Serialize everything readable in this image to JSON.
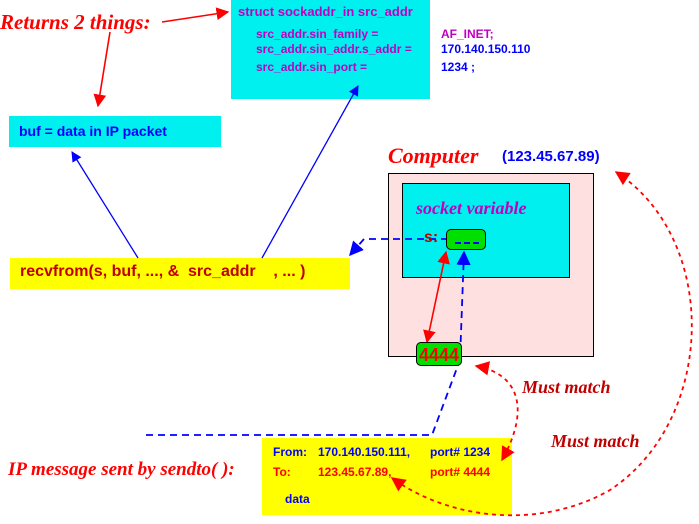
{
  "labels": {
    "returns": "Returns 2 things:",
    "computer": "Computer",
    "ip": "(123.45.67.89)",
    "socket_variable": "socket variable",
    "s_label": "s:",
    "port_box": "4444",
    "must_match_1": "Must match",
    "must_match_2": "Must match",
    "ip_message": "IP message sent by sendto( ):"
  },
  "struct_box": {
    "title": "struct sockaddr_in src_addr",
    "rows": [
      {
        "field": "src_addr.sin_family =",
        "value": "AF_INET;"
      },
      {
        "field": "src_addr.sin_addr.s_addr =",
        "value": "170.140.150.110"
      },
      {
        "field": "src_addr.sin_port =",
        "value": "1234 ;"
      }
    ]
  },
  "buf_box": {
    "text": "buf = data in IP packet"
  },
  "recv_box": {
    "call": "recvfrom(s, buf, ..., &  src_addr    , ... )"
  },
  "message_box": {
    "from_label": "From:",
    "from_ip": "170.140.150.111,",
    "from_port": "port# 1234",
    "to_label": "To:",
    "to_ip": "123.45.67.89,",
    "to_port": "port# 4444",
    "data": "data"
  },
  "colors": {
    "cyan": "#00f0f0",
    "yellow": "#ffff00",
    "pink": "#ffe0e0",
    "green": "#00e000",
    "red": "#ff0000",
    "blue": "#0000ff",
    "purple": "#c000c0",
    "dark_red": "#c00000"
  }
}
